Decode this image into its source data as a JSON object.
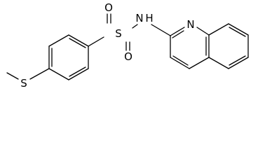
{
  "molecule": {
    "atoms": {
      "sulfur_thioether": "S",
      "sulfur_sulfonyl": "S",
      "oxygen_top": "O",
      "oxygen_bottom": "O",
      "nitrogen_amine": "N",
      "hydrogen_amine": "H",
      "nitrogen_ring": "N"
    }
  }
}
